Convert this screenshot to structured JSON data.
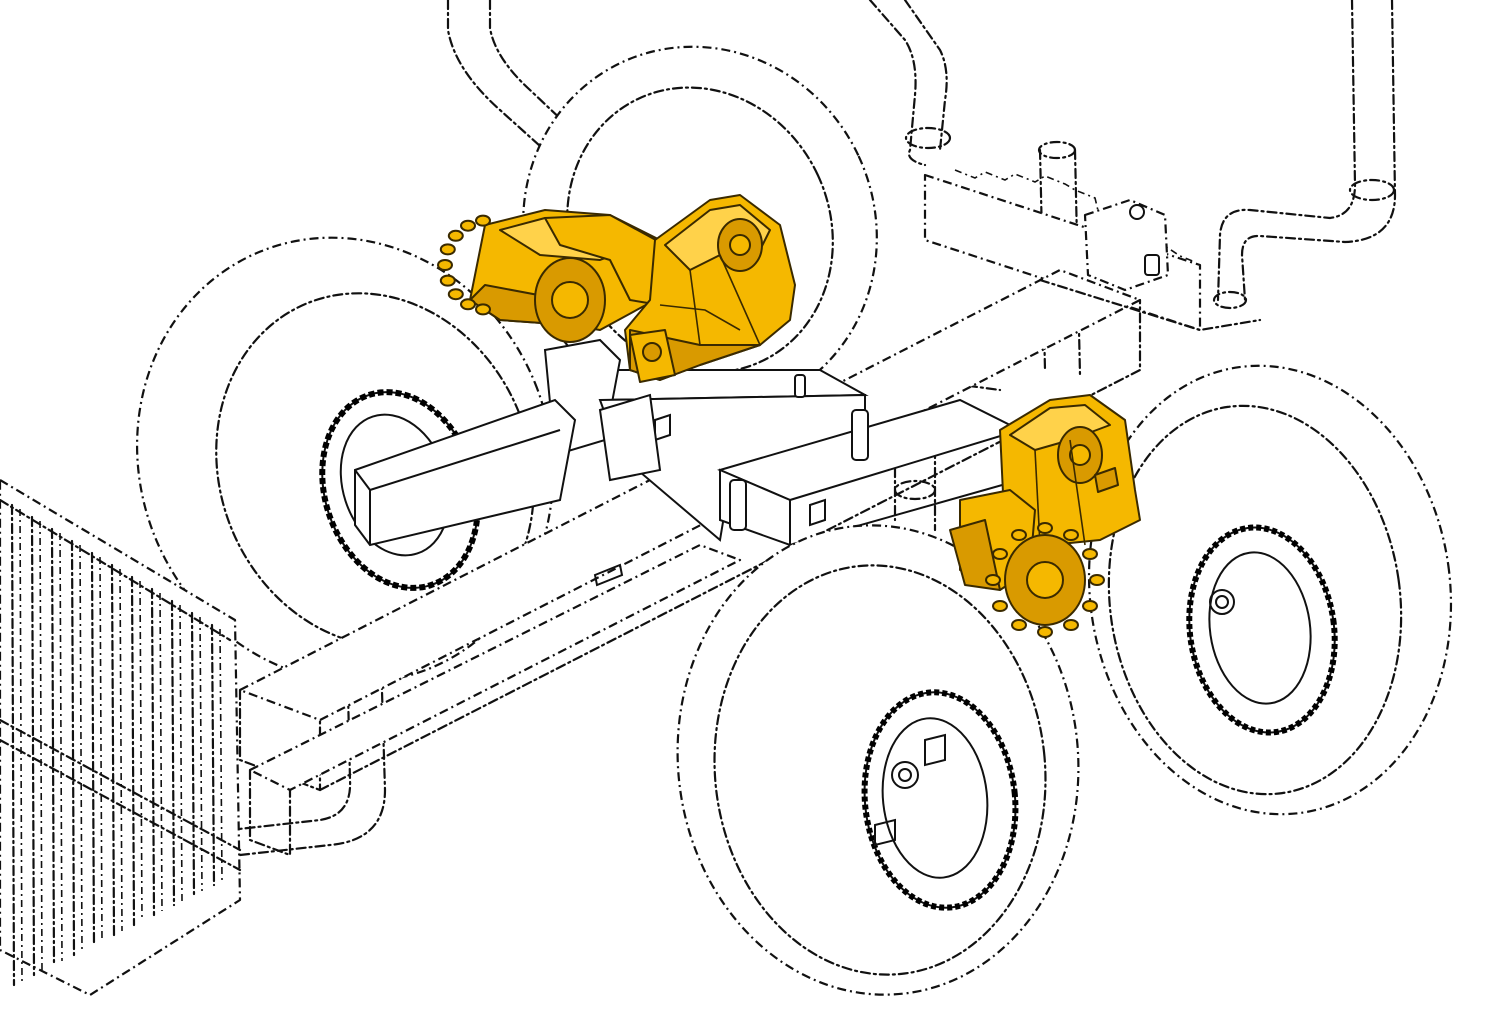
{
  "colors": {
    "highlight": "#f5b800",
    "highlight_shade": "#d99a00",
    "highlight_light": "#ffd24a",
    "line": "#111111",
    "background": "#ffffff"
  },
  "components": [
    {
      "name": "front-bogie-drive-unit",
      "style": "highlighted"
    },
    {
      "name": "rear-bogie-drive-unit",
      "style": "highlighted"
    },
    {
      "name": "trailer-frame",
      "style": "phantom"
    },
    {
      "name": "tandem-wheels",
      "style": "phantom"
    },
    {
      "name": "front-grille-panel",
      "style": "phantom"
    },
    {
      "name": "bolster-stakes",
      "style": "phantom"
    }
  ]
}
